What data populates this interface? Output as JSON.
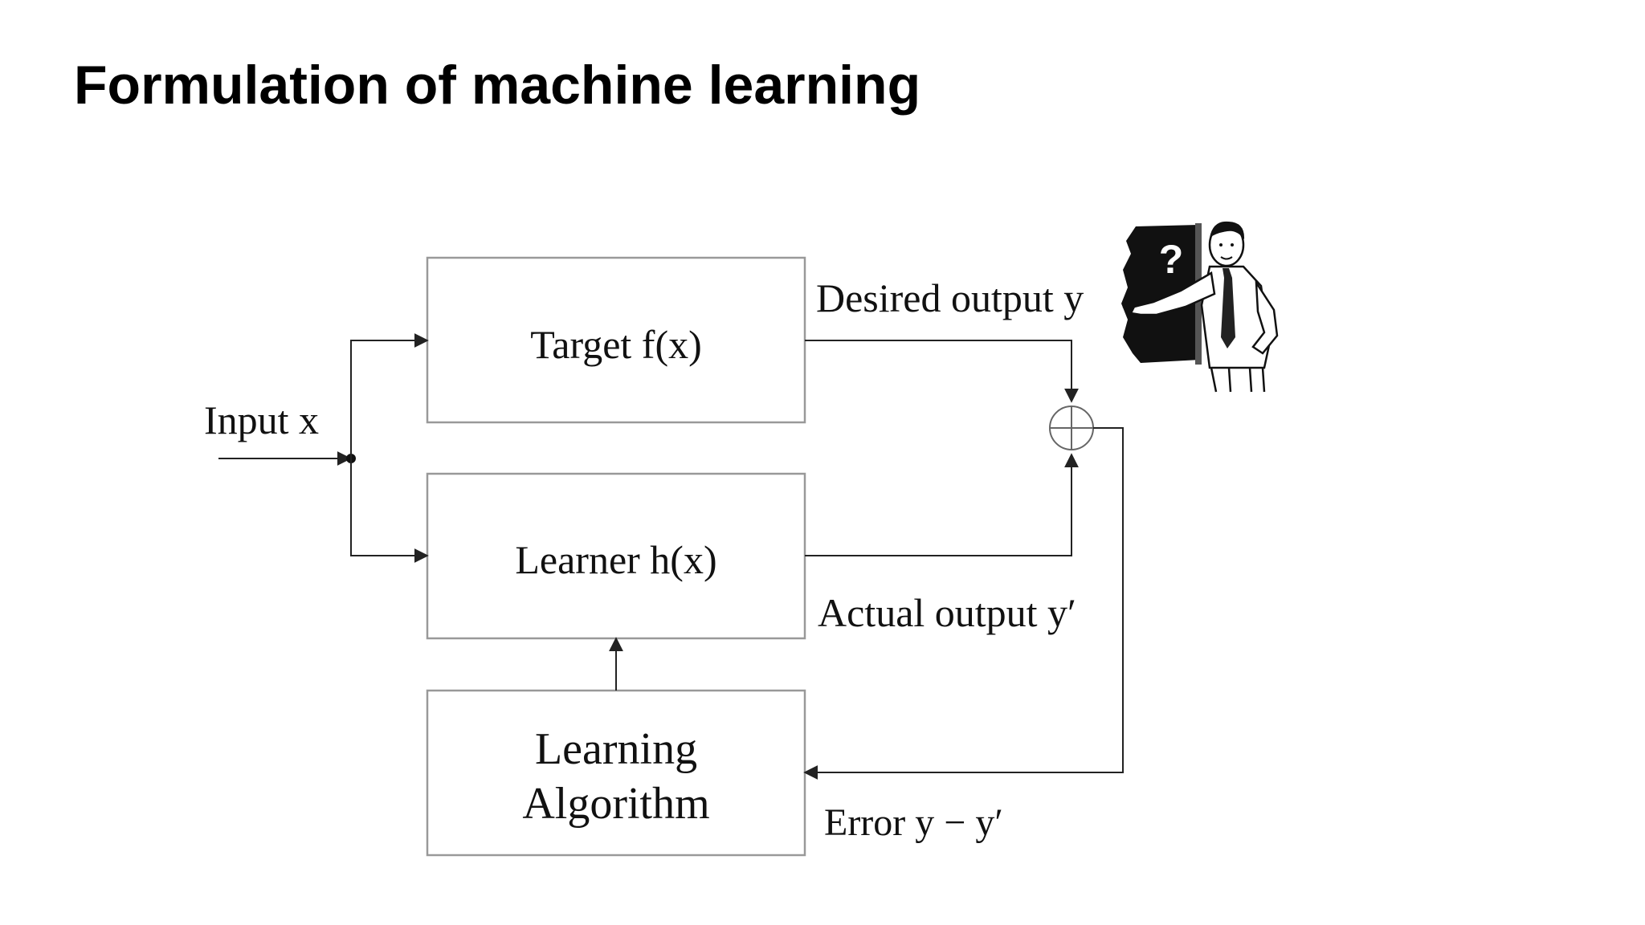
{
  "slide": {
    "title": "Formulation of machine learning"
  },
  "diagram": {
    "input_label": "Input x",
    "target_box": "Target f(x)",
    "learner_box": "Learner h(x)",
    "algorithm_box_line1": "Learning",
    "algorithm_box_line2": "Algorithm",
    "desired_output_label": "Desired output y",
    "actual_output_label": "Actual output y′",
    "error_label": "Error y − y′",
    "comparator_symbol": "summing-junction",
    "teacher_illustration": "teacher-pointing-at-question-mark-board",
    "teacher_board_glyph": "?"
  },
  "colors": {
    "box_stroke": "#999999",
    "line": "#222222",
    "text": "#111111",
    "board": "#111111"
  }
}
